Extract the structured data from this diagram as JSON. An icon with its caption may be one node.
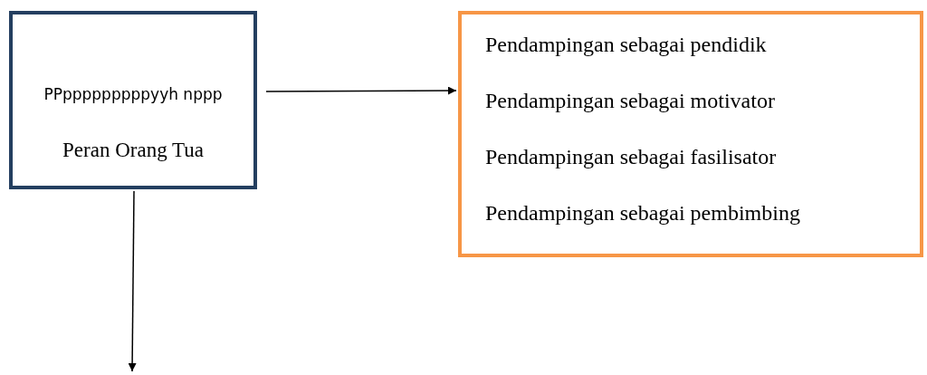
{
  "diagram": {
    "nodes": [
      {
        "text": [
          "PPpppppppppyyh nppp",
          "Peran Orang Tua"
        ]
      },
      {
        "text": [
          "Pendampingan sebagai pendidik",
          "Pendampingan sebagai motivator",
          "Pendampingan sebagai fasilisator",
          "Pendampingan sebagai pembimbing"
        ]
      }
    ],
    "edges": [
      {
        "from": 0,
        "to": 1,
        "arrow": "to"
      },
      {
        "from": 0,
        "to": null,
        "arrow": "to"
      }
    ]
  }
}
